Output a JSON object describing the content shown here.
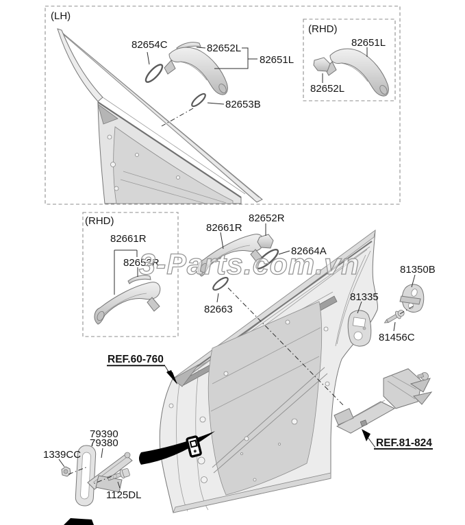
{
  "watermark": {
    "text": "3-Parts.com.vn"
  },
  "sections": {
    "lh_box": "(LH)",
    "rhd_top_box": "(RHD)",
    "rhd_mid_box": "(RHD)"
  },
  "parts": {
    "seal_lh": "82654C",
    "cover_lh": "82652L",
    "handle_lh": "82651L",
    "gasket_lh": "82653B",
    "handle_rhd_top": "82651L",
    "cover_rhd_top": "82652L",
    "handle_rhd_mid": "82661R",
    "cover_rhd_mid": "82652R",
    "handle_main": "82661R",
    "cover_main": "82652R",
    "seal_main": "82664A",
    "gasket_main": "82663",
    "striker_bracket": "81350B",
    "guide_plate": "81335",
    "screw": "81456C",
    "checker_a": "79390",
    "checker_b": "79380",
    "nut": "1339CC",
    "bolt": "1125DL"
  },
  "references": {
    "door_panel": "REF.60-760",
    "lock_mechanism": "REF.81-824"
  },
  "colors": {
    "label_text": "#141414",
    "watermark_stroke": "#969696",
    "dashed_box": "#8e8e8e",
    "highlight": "#000000"
  }
}
